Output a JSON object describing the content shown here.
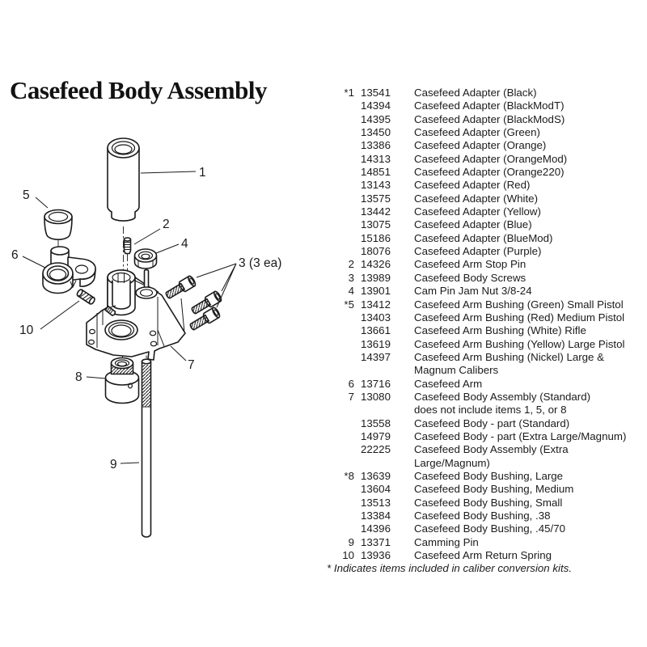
{
  "title": "Casefeed Body Assembly",
  "diagram": {
    "callouts": {
      "c1": "1",
      "c2": "2",
      "c3": "3 (3 ea)",
      "c4": "4",
      "c5": "5",
      "c6": "6",
      "c7": "7",
      "c8": "8",
      "c9": "9",
      "c10": "10"
    }
  },
  "parts_list": {
    "rows": [
      {
        "item": "*1",
        "part": "13541",
        "desc": "Casefeed Adapter (Black)"
      },
      {
        "item": "",
        "part": "14394",
        "desc": "Casefeed Adapter (BlackModT)"
      },
      {
        "item": "",
        "part": "14395",
        "desc": "Casefeed Adapter (BlackModS)"
      },
      {
        "item": "",
        "part": "13450",
        "desc": "Casefeed Adapter (Green)"
      },
      {
        "item": "",
        "part": "13386",
        "desc": "Casefeed Adapter (Orange)"
      },
      {
        "item": "",
        "part": "14313",
        "desc": "Casefeed Adapter (OrangeMod)"
      },
      {
        "item": "",
        "part": "14851",
        "desc": "Casefeed Adapter (Orange220)"
      },
      {
        "item": "",
        "part": "13143",
        "desc": "Casefeed Adapter (Red)"
      },
      {
        "item": "",
        "part": "13575",
        "desc": "Casefeed Adapter (White)"
      },
      {
        "item": "",
        "part": "13442",
        "desc": "Casefeed Adapter (Yellow)"
      },
      {
        "item": "",
        "part": "13075",
        "desc": "Casefeed Adapter (Blue)"
      },
      {
        "item": "",
        "part": "15186",
        "desc": "Casefeed Adapter (BlueMod)"
      },
      {
        "item": "",
        "part": "18076",
        "desc": "Casefeed Adapter (Purple)"
      },
      {
        "item": "2",
        "part": "14326",
        "desc": "Casefeed Arm Stop Pin"
      },
      {
        "item": "3",
        "part": "13989",
        "desc": "Casefeed Body Screws"
      },
      {
        "item": "4",
        "part": "13901",
        "desc": "Cam Pin Jam Nut 3/8-24"
      },
      {
        "item": "*5",
        "part": "13412",
        "desc": "Casefeed Arm Bushing (Green) Small Pistol"
      },
      {
        "item": "",
        "part": "13403",
        "desc": "Casefeed Arm Bushing (Red) Medium Pistol"
      },
      {
        "item": "",
        "part": "13661",
        "desc": "Casefeed Arm Bushing (White) Rifle"
      },
      {
        "item": "",
        "part": "13619",
        "desc": "Casefeed Arm Bushing (Yellow) Large Pistol"
      },
      {
        "item": "",
        "part": "14397",
        "desc": "Casefeed Arm Bushing (Nickel) Large &"
      },
      {
        "item": "",
        "part": "",
        "desc": "Magnum Calibers"
      },
      {
        "item": "6",
        "part": "13716",
        "desc": "Casefeed Arm"
      },
      {
        "item": "7",
        "part": "13080",
        "desc": "Casefeed Body Assembly (Standard)"
      },
      {
        "item": "",
        "part": "",
        "desc": "does not include items 1, 5, or 8"
      },
      {
        "item": "",
        "part": "13558",
        "desc": "Casefeed Body - part (Standard)"
      },
      {
        "item": "",
        "part": "14979",
        "desc": "Casefeed Body - part (Extra Large/Magnum)"
      },
      {
        "item": "",
        "part": "22225",
        "desc": "Casefeed Body Assembly (Extra Large/Magnum)"
      },
      {
        "item": "*8",
        "part": "13639",
        "desc": "Casefeed Body Bushing, Large"
      },
      {
        "item": "",
        "part": "13604",
        "desc": "Casefeed Body Bushing, Medium"
      },
      {
        "item": "",
        "part": "13513",
        "desc": "Casefeed Body Bushing, Small"
      },
      {
        "item": "",
        "part": "13384",
        "desc": "Casefeed Body Bushing, .38"
      },
      {
        "item": "",
        "part": "14396",
        "desc": "Casefeed Body Bushing, .45/70"
      },
      {
        "item": "9",
        "part": "13371",
        "desc": "Camming Pin"
      },
      {
        "item": "10",
        "part": "13936",
        "desc": "Casefeed Arm Return Spring"
      }
    ],
    "footnote": "* Indicates items included in caliber conversion kits."
  }
}
